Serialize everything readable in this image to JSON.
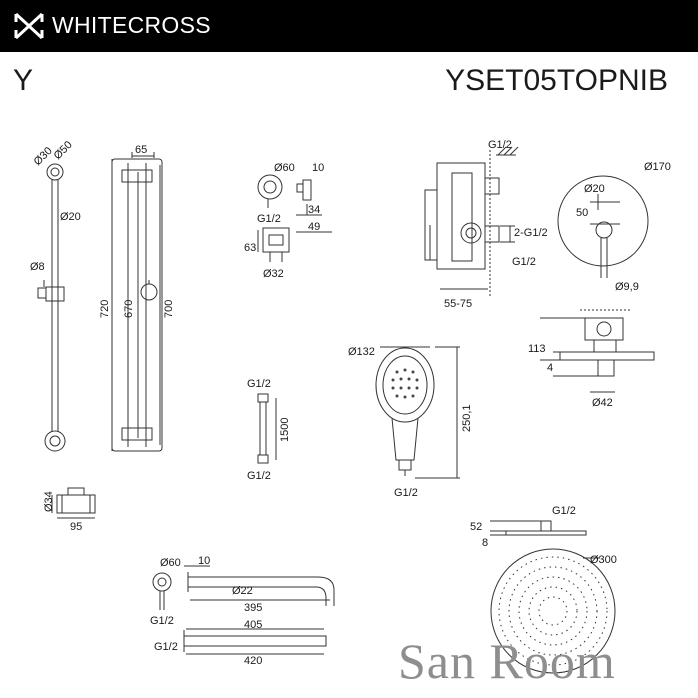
{
  "header": {
    "brand": "WHITECROSS",
    "series": "Y",
    "model": "YSET05TOPNIB",
    "bar_color": "#000000",
    "logo_icon": "cross-x-logo-icon"
  },
  "dims": {
    "rail_d30": "Ø30",
    "rail_d50": "Ø50",
    "rail_d20": "Ø20",
    "rail_d8": "Ø8",
    "rail_w": "65",
    "rail_720": "720",
    "rail_670": "670",
    "rail_700": "700",
    "holder_d34": "Ø34",
    "holder_95": "95",
    "outlet_d60": "Ø60",
    "outlet_g12": "G1/2",
    "outlet_10": "10",
    "outlet_34": "34",
    "outlet_49": "49",
    "outlet_63": "63",
    "outlet_d32": "Ø32",
    "valve_g12_top": "G1/2",
    "valve_2g12": "2-G1/2",
    "valve_g12_bottom": "G1/2",
    "valve_5575": "55-75",
    "plate_d170": "Ø170",
    "plate_d20": "Ø20",
    "plate_50": "50",
    "plate_d99": "Ø9,9",
    "flange_113": "113",
    "flange_4": "4",
    "flange_d42": "Ø42",
    "hose_g12_top": "G1/2",
    "hose_1500": "1500",
    "hose_g12_bottom": "G1/2",
    "hand_d132": "Ø132",
    "hand_2501": "250,1",
    "hand_g12": "G1/2",
    "arm_d60": "Ø60",
    "arm_10": "10",
    "arm_d22": "Ø22",
    "arm_395": "395",
    "arm_g12": "G1/2",
    "arm_405": "405",
    "arm2_g12": "G1/2",
    "arm2_420": "420",
    "head_g12": "G1/2",
    "head_52": "52",
    "head_8": "8",
    "head_d300": "Ø300"
  },
  "watermark": "San Room"
}
